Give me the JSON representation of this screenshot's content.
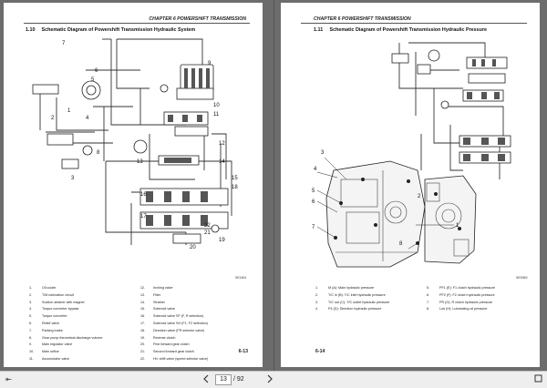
{
  "left_page": {
    "chapter": "CHAPTER 6 POWERSHIFT TRANSMISSION",
    "section_number": "1.10",
    "section_title": "Schematic Diagram of Powershift Transmission Hydraulic System",
    "diagram_code": "SE1601",
    "page_number": "6-13",
    "legend_left": [
      {
        "n": "1.",
        "t": "Oil cooler"
      },
      {
        "n": "2.",
        "t": "T/M lubrication circuit"
      },
      {
        "n": "3.",
        "t": "Suction strainer with magnet"
      },
      {
        "n": "4.",
        "t": "Torque converter bypass"
      },
      {
        "n": "5.",
        "t": "Torque converter"
      },
      {
        "n": "6.",
        "t": "Relief valve"
      },
      {
        "n": "7.",
        "t": "Parking brake"
      },
      {
        "n": "8.",
        "t": "Gear pump theoretical discharge volume"
      },
      {
        "n": "9.",
        "t": "Main regulator valve"
      },
      {
        "n": "10.",
        "t": "Main orifice"
      },
      {
        "n": "11.",
        "t": "Accumulator valve"
      }
    ],
    "legend_right": [
      {
        "n": "12.",
        "t": "Inching valve"
      },
      {
        "n": "13.",
        "t": "Filter"
      },
      {
        "n": "14.",
        "t": "Strainer"
      },
      {
        "n": "15.",
        "t": "Solenoid valve"
      },
      {
        "n": "16.",
        "t": "Solenoid valve SF (F, R selection)"
      },
      {
        "n": "17.",
        "t": "Solenoid valve SH (F1, F2 selection)"
      },
      {
        "n": "18.",
        "t": "Direction valve (FR selector valve)"
      },
      {
        "n": "19.",
        "t": "Reverse clutch"
      },
      {
        "n": "20.",
        "t": "First forward gear clutch"
      },
      {
        "n": "21.",
        "t": "Second forward gear clutch"
      },
      {
        "n": "22.",
        "t": "Hri. shift valve (speed selector valve)"
      }
    ]
  },
  "right_page": {
    "chapter": "CHAPTER 6 POWERSHIFT TRANSMISSION",
    "section_number": "1.11",
    "section_title": "Schematic Diagram of Powershift Transmission Hydraulic Pressure",
    "diagram_code": "SE0069",
    "page_number": "6-14",
    "legend_left": [
      {
        "n": "1.",
        "t": "M (A): Main hydraulic pressure"
      },
      {
        "n": "2.",
        "t": "T/C in (B): T/C inlet hydraulic pressure"
      },
      {
        "n": "3.",
        "t": "T/C out (C): T/C outlet hydraulic pressure"
      },
      {
        "n": "4.",
        "t": "P4 (D): Direction hydraulic pressure"
      }
    ],
    "legend_right": [
      {
        "n": "5.",
        "t": "PF1 (E): F1 clutch hydraulic pressure"
      },
      {
        "n": "6.",
        "t": "PF2 (F): F2 clutch hydraulic pressure"
      },
      {
        "n": "7.",
        "t": "PR (G): R clutch hydraulic pressure"
      },
      {
        "n": "8.",
        "t": "Lub (H): Lubricating oil pressure"
      }
    ]
  },
  "toolbar": {
    "current_page": "13",
    "page_total": "/ 92"
  }
}
